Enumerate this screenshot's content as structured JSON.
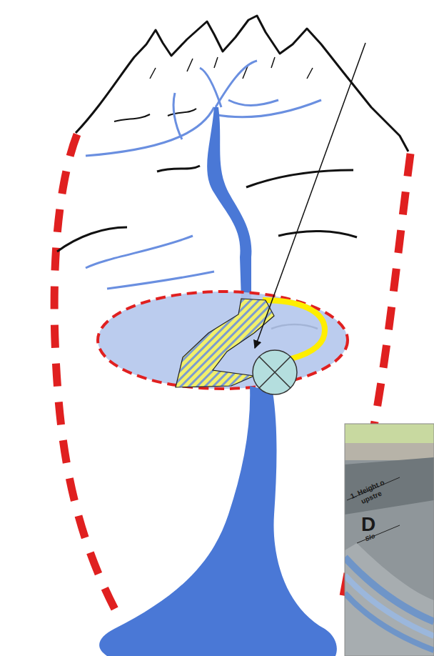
{
  "diagram": {
    "labels": [
      "1. Height o",
      "upstre",
      "D",
      "Slo"
    ]
  }
}
